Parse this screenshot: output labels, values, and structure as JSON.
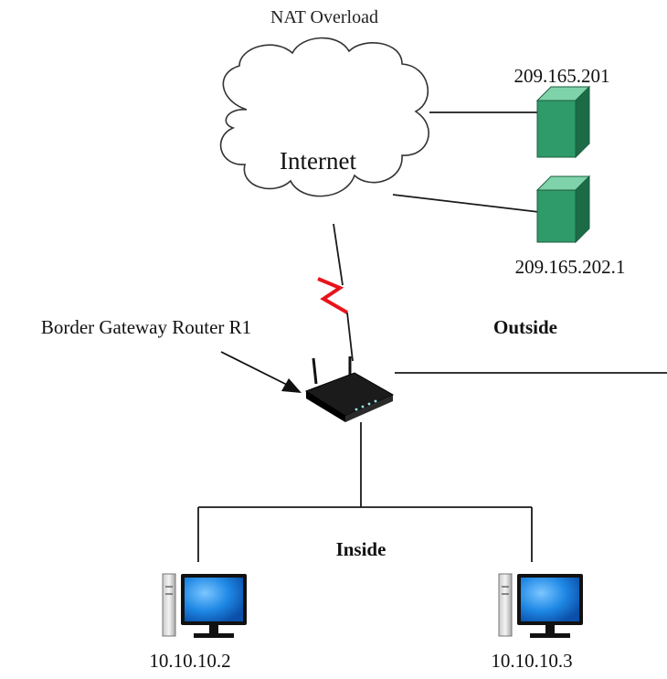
{
  "diagram": {
    "title": "NAT Overload",
    "cloud_label": "Internet",
    "servers": [
      {
        "label": "209.165.201",
        "icon": "server-icon"
      },
      {
        "label": "209.165.202.1",
        "icon": "server-icon"
      }
    ],
    "router_label": "Border Gateway Router R1",
    "router_icon": "router-icon",
    "zones": {
      "outside": "Outside",
      "inside": "Inside"
    },
    "hosts": [
      {
        "label": "10.10.10.2",
        "icon": "desktop-computer-icon"
      },
      {
        "label": "10.10.10.3",
        "icon": "desktop-computer-icon"
      }
    ],
    "colors": {
      "server_green": "#2f9a6a",
      "serial_link_red": "#e8141c",
      "monitor_blue": "#1e88e5"
    }
  }
}
